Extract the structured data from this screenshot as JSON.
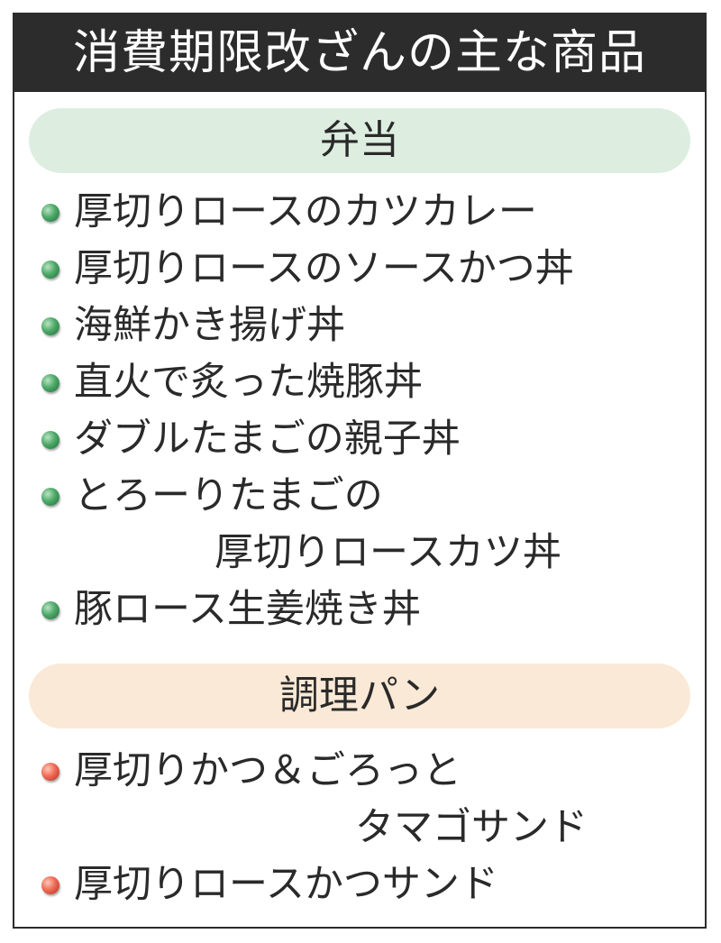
{
  "title": "消費期限改ざんの主な商品",
  "colors": {
    "title_bg": "#2c2c2c",
    "bento_header_bg": "#ddeee1",
    "bread_header_bg": "#fae9d6",
    "bento_bullet": "#4da968",
    "bread_bullet": "#ef6b55"
  },
  "sections": {
    "bento": {
      "header": "弁当",
      "items": [
        {
          "lines": [
            "厚切りロースのカツカレー"
          ]
        },
        {
          "lines": [
            "厚切りロースのソースかつ丼"
          ]
        },
        {
          "lines": [
            "海鮮かき揚げ丼"
          ]
        },
        {
          "lines": [
            "直火で炙った焼豚丼"
          ]
        },
        {
          "lines": [
            "ダブルたまごの親子丼"
          ]
        },
        {
          "lines": [
            "とろーりたまごの",
            "厚切りロースカツ丼"
          ]
        },
        {
          "lines": [
            "豚ロース生姜焼き丼"
          ]
        }
      ]
    },
    "bread": {
      "header": "調理パン",
      "items": [
        {
          "lines": [
            "厚切りかつ＆ごろっと",
            "タマゴサンド"
          ]
        },
        {
          "lines": [
            "厚切りロースかつサンド"
          ]
        }
      ]
    }
  }
}
